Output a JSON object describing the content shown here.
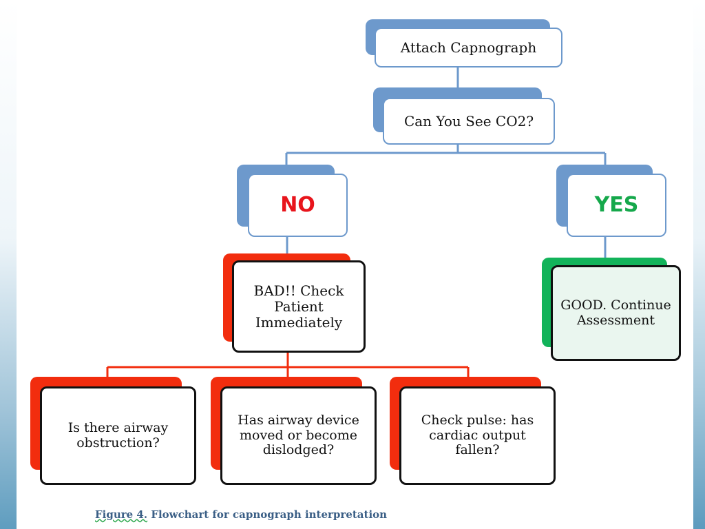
{
  "diagram": {
    "nodes": {
      "attach": {
        "text": "Attach Capnograph"
      },
      "see_co2": {
        "text": "Can You See CO2?"
      },
      "no": {
        "text": "NO",
        "color": "#e8151c"
      },
      "yes": {
        "text": "YES",
        "color": "#15a84b"
      },
      "bad": {
        "text": "BAD!! Check Patient Immediately"
      },
      "good": {
        "text": "GOOD. Continue Assessment"
      },
      "airway_obstruction": {
        "text": "Is there airway obstruction?"
      },
      "airway_device": {
        "text": "Has airway device moved or become dislodged?"
      },
      "check_pulse": {
        "text": "Check pulse: has cardiac output fallen?"
      }
    },
    "edges": [
      {
        "from": "attach",
        "to": "see_co2"
      },
      {
        "from": "see_co2",
        "to": "no"
      },
      {
        "from": "see_co2",
        "to": "yes"
      },
      {
        "from": "no",
        "to": "bad"
      },
      {
        "from": "yes",
        "to": "good"
      },
      {
        "from": "bad",
        "to": "airway_obstruction"
      },
      {
        "from": "bad",
        "to": "airway_device"
      },
      {
        "from": "bad",
        "to": "check_pulse"
      }
    ],
    "colors": {
      "blue": "#6d99cc",
      "red": "#f22d0e",
      "green": "#12b35a",
      "caption": "#3b5f86"
    }
  },
  "caption": {
    "figure_label": "Figure 4.",
    "text": "Flowchart for capnograph interpretation"
  }
}
